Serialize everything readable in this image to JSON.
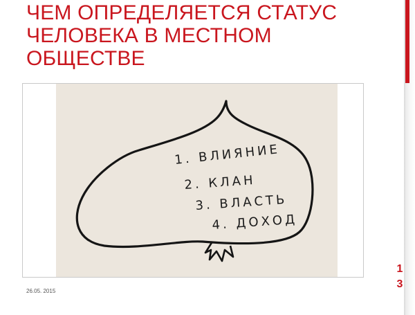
{
  "slide": {
    "title_lines": [
      "ЧЕМ ОПРЕДЕЛЯЕТСЯ СТАТУС",
      "ЧЕЛОВЕКА В МЕСТНОМ",
      "ОБЩЕСТВЕ"
    ],
    "date": "26.05. 2015",
    "page_number_digits": [
      "1",
      "3"
    ],
    "accent_color": "#c9161e"
  },
  "drawing": {
    "list_items": [
      "1. ВЛИЯНИЕ",
      "2. КЛАН",
      "3. ВЛАСТЬ",
      "4. ДОХОД"
    ]
  }
}
